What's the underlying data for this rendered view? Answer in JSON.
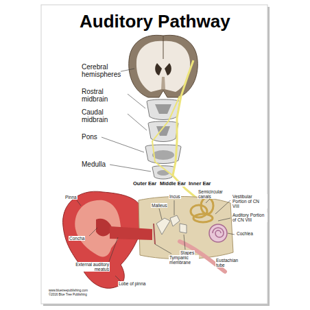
{
  "diagram": {
    "title": "Auditory Pathway",
    "labels": [
      "Cerebral hemispheres",
      "Rostral midbrain",
      "Caudal midbrain",
      "Pons",
      "Medulla",
      "Outer Ear",
      "Middle Ear",
      "Inner Ear",
      "Pinna",
      "Incus",
      "Semicircular canals",
      "Malleus",
      "Vestibular Portion of CN VIII",
      "Auditory Portion of CN VIII",
      "Cochlea",
      "Concha",
      "Stapes",
      "Tympanic membrane",
      "Eustachian tube",
      "External auditory meatus",
      "Lobe of pinna",
      "www.bluetreepublishing.com",
      "©2016 Blue Tree Publishing"
    ]
  }
}
